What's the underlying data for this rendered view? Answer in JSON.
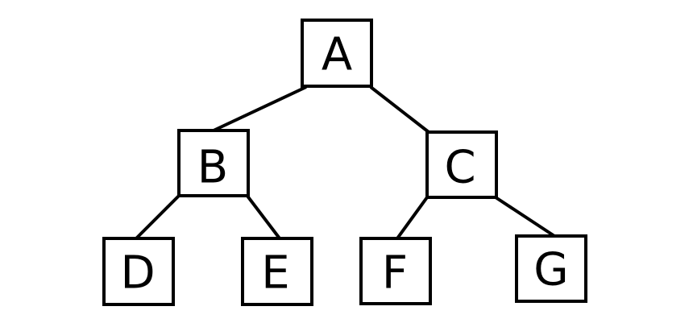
{
  "diagram": {
    "type": "binary-tree",
    "nodes": [
      {
        "id": "A",
        "label": "A"
      },
      {
        "id": "B",
        "label": "B"
      },
      {
        "id": "C",
        "label": "C"
      },
      {
        "id": "D",
        "label": "D"
      },
      {
        "id": "E",
        "label": "E"
      },
      {
        "id": "F",
        "label": "F"
      },
      {
        "id": "G",
        "label": "G"
      }
    ],
    "edges": [
      {
        "from": "A",
        "to": "B"
      },
      {
        "from": "A",
        "to": "C"
      },
      {
        "from": "B",
        "to": "D"
      },
      {
        "from": "B",
        "to": "E"
      },
      {
        "from": "C",
        "to": "F"
      },
      {
        "from": "C",
        "to": "G"
      }
    ]
  }
}
